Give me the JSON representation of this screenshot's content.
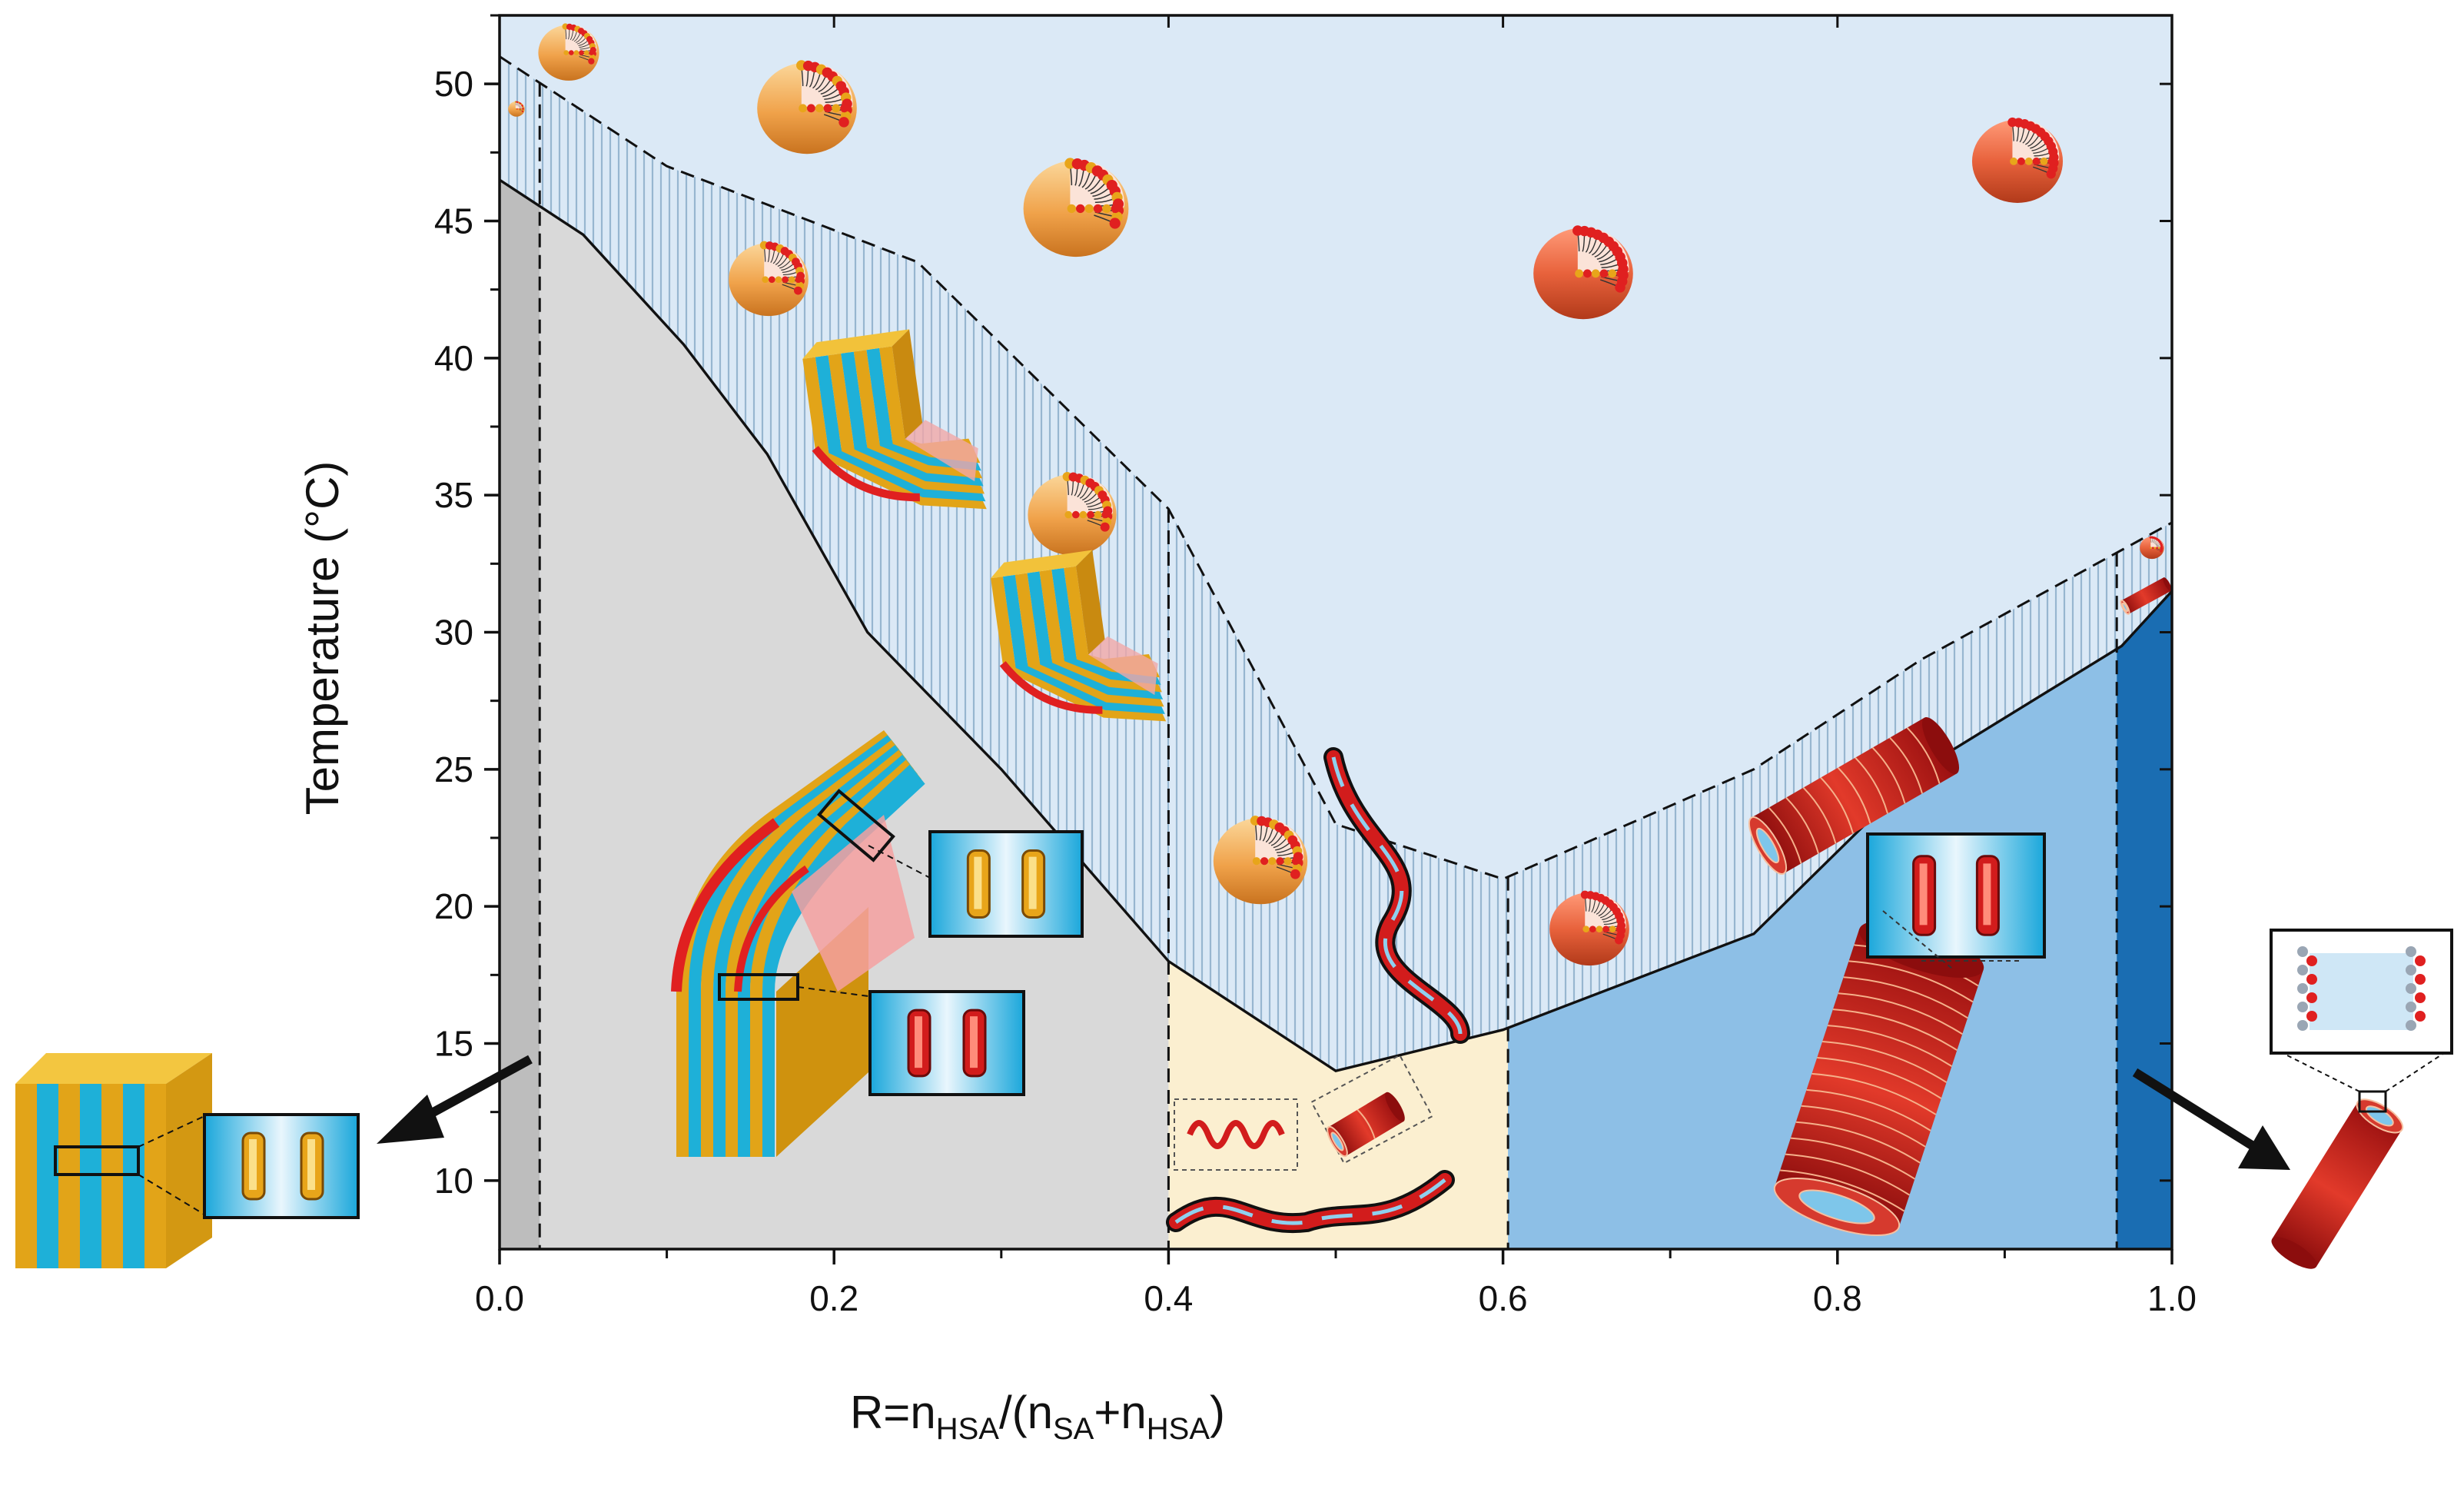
{
  "chart_data": {
    "type": "area",
    "title": "",
    "xlabel": {
      "parts": [
        {
          "text": "R=n",
          "sub": false
        },
        {
          "text": "HSA",
          "sub": true
        },
        {
          "text": "/(n",
          "sub": false
        },
        {
          "text": "SA",
          "sub": true
        },
        {
          "text": "+n",
          "sub": false
        },
        {
          "text": "HSA",
          "sub": true
        },
        {
          "text": ")",
          "sub": false
        }
      ]
    },
    "ylabel": "Temperature (°C)",
    "xlim": [
      0.0,
      1.0
    ],
    "ylim": [
      7.5,
      52.5
    ],
    "xticks": [
      0.0,
      0.2,
      0.4,
      0.6,
      0.8,
      1.0
    ],
    "xtick_labels": [
      "0.0",
      "0.2",
      "0.4",
      "0.6",
      "0.8",
      "1.0"
    ],
    "yticks": [
      10,
      15,
      20,
      25,
      30,
      35,
      40,
      45,
      50
    ],
    "ytick_labels": [
      "10",
      "15",
      "20",
      "25",
      "30",
      "35",
      "40",
      "45",
      "50"
    ],
    "grid": false,
    "colors": {
      "vesicle_region": "#dbe9f6",
      "lamellar_region": "#d9d9d9",
      "pure_sa_strip": "#bdbdbd",
      "helix_region": "#fbefd0",
      "tube_region": "#8dbfe6",
      "pure_hsa_strip": "#1a6db2",
      "hatch": "#8fb0cc",
      "boundary": "#111111",
      "vesicle_shell": "#f0a24a",
      "vesicle_head_red": "#e02020",
      "layer_cyan": "#1eb0d8",
      "layer_gold": "#e2a418",
      "tube_red": "#cc1f1f"
    },
    "boundaries": {
      "lower_solid": {
        "style": "solid",
        "points": [
          [
            0.0,
            46.5
          ],
          [
            0.05,
            44.5
          ],
          [
            0.11,
            40.5
          ],
          [
            0.16,
            36.5
          ],
          [
            0.22,
            30
          ],
          [
            0.3,
            25
          ],
          [
            0.4,
            18
          ],
          [
            0.5,
            14
          ],
          [
            0.6,
            15.5
          ],
          [
            0.75,
            19
          ],
          [
            0.85,
            25
          ],
          [
            0.97,
            29.5
          ],
          [
            1.0,
            31.5
          ]
        ]
      },
      "upper_dashed": {
        "style": "dashed",
        "points": [
          [
            0.0,
            51
          ],
          [
            0.05,
            49
          ],
          [
            0.1,
            47
          ],
          [
            0.25,
            43.5
          ],
          [
            0.4,
            34.5
          ],
          [
            0.5,
            23
          ],
          [
            0.6,
            21
          ],
          [
            0.75,
            25
          ],
          [
            0.85,
            29
          ],
          [
            0.97,
            33
          ],
          [
            1.0,
            34
          ]
        ]
      },
      "vertical_dashed_x": [
        0.024,
        0.4,
        0.603,
        0.967
      ]
    },
    "regions": [
      {
        "id": "vesicles",
        "x_range": [
          0.0,
          1.0
        ],
        "phase": "vesicle",
        "color": "#dbe9f6"
      },
      {
        "id": "pure-sa",
        "x_range": [
          0.0,
          0.024
        ],
        "phase": "lamellar",
        "color": "#bdbdbd"
      },
      {
        "id": "lamellar",
        "x_range": [
          0.024,
          0.4
        ],
        "phase": "lamellar",
        "color": "#d9d9d9"
      },
      {
        "id": "helices",
        "x_range": [
          0.4,
          0.603
        ],
        "phase": "helical ribbon",
        "color": "#fbefd0"
      },
      {
        "id": "tubes",
        "x_range": [
          0.603,
          0.967
        ],
        "phase": "tube",
        "color": "#8dbfe6"
      },
      {
        "id": "pure-hsa",
        "x_range": [
          0.967,
          1.0
        ],
        "phase": "tube",
        "color": "#1a6db2"
      }
    ],
    "illustrations": [
      {
        "kind": "vesicle",
        "x": 0.04,
        "y": 51.5
      },
      {
        "kind": "vesicle",
        "x": 0.2,
        "y": 48.5
      },
      {
        "kind": "vesicle",
        "x": 0.34,
        "y": 46
      },
      {
        "kind": "vesicle",
        "x": 0.16,
        "y": 42.5
      },
      {
        "kind": "vesicle",
        "x": 0.34,
        "y": 34
      },
      {
        "kind": "vesicle",
        "x": 0.49,
        "y": 20.5
      },
      {
        "kind": "vesicle",
        "x": 0.65,
        "y": 44.5
      },
      {
        "kind": "vesicle",
        "x": 0.94,
        "y": 48
      },
      {
        "kind": "vesicle",
        "x": 0.66,
        "y": 18
      },
      {
        "kind": "vesicle",
        "x": 0.985,
        "y": 33
      },
      {
        "kind": "bent-lamellar",
        "x": 0.22,
        "y": 37.5
      },
      {
        "kind": "bent-lamellar",
        "x": 0.34,
        "y": 28
      },
      {
        "kind": "bent-lamellar",
        "x": 0.01,
        "y": 48
      },
      {
        "kind": "ribbon",
        "x": 0.55,
        "y": 18
      },
      {
        "kind": "ribbon",
        "x": 0.48,
        "y": 9.5
      },
      {
        "kind": "tube",
        "x": 0.84,
        "y": 24
      },
      {
        "kind": "tube",
        "x": 0.8,
        "y": 12.5
      },
      {
        "kind": "tube",
        "x": 0.985,
        "y": 30.5
      }
    ]
  }
}
